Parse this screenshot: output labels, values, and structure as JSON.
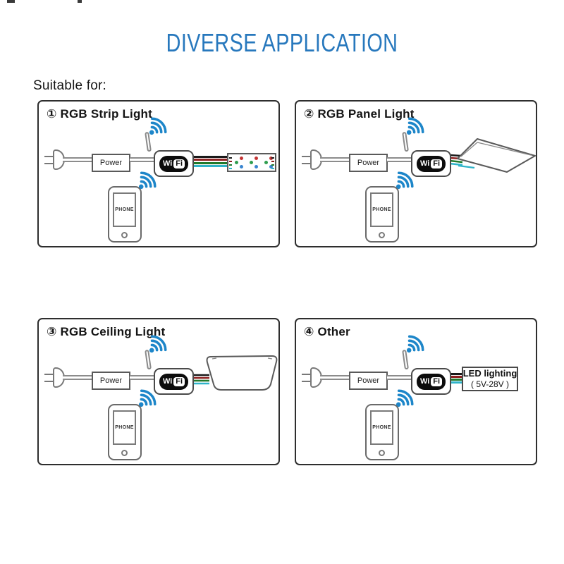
{
  "title": "DIVERSE APPLICATION",
  "subtitle": "Suitable for:",
  "panels": [
    {
      "title": "① RGB Strip Light"
    },
    {
      "title": "② RGB Panel Light"
    },
    {
      "title": "③ RGB Ceiling Light"
    },
    {
      "title": "④ Other"
    }
  ],
  "labels": {
    "power": "Power",
    "wifi_wi": "Wi",
    "wifi_fi": "Fi",
    "phone": "PHONE",
    "led_box_line1": "LED lighting",
    "led_box_line2": "(  5V-28V  )"
  },
  "icons": {
    "wifi_signal": "three-arcs-with-dot-pointing-north-east",
    "antenna": "vertical-rounded-stick",
    "power_plug": "two-prong-plug"
  },
  "colors": {
    "title_blue": "#2778bd",
    "wifi_signal_blue": "#1d86c9",
    "panel_border": "#2e2e2e",
    "wire_black": "#1a1a1a",
    "wire_red": "#8d2020",
    "wire_green": "#207a2c",
    "wire_teal": "#2fb3c9",
    "led_red": "#c43434",
    "led_green": "#2f9e4f",
    "led_blue": "#3a85d0"
  }
}
